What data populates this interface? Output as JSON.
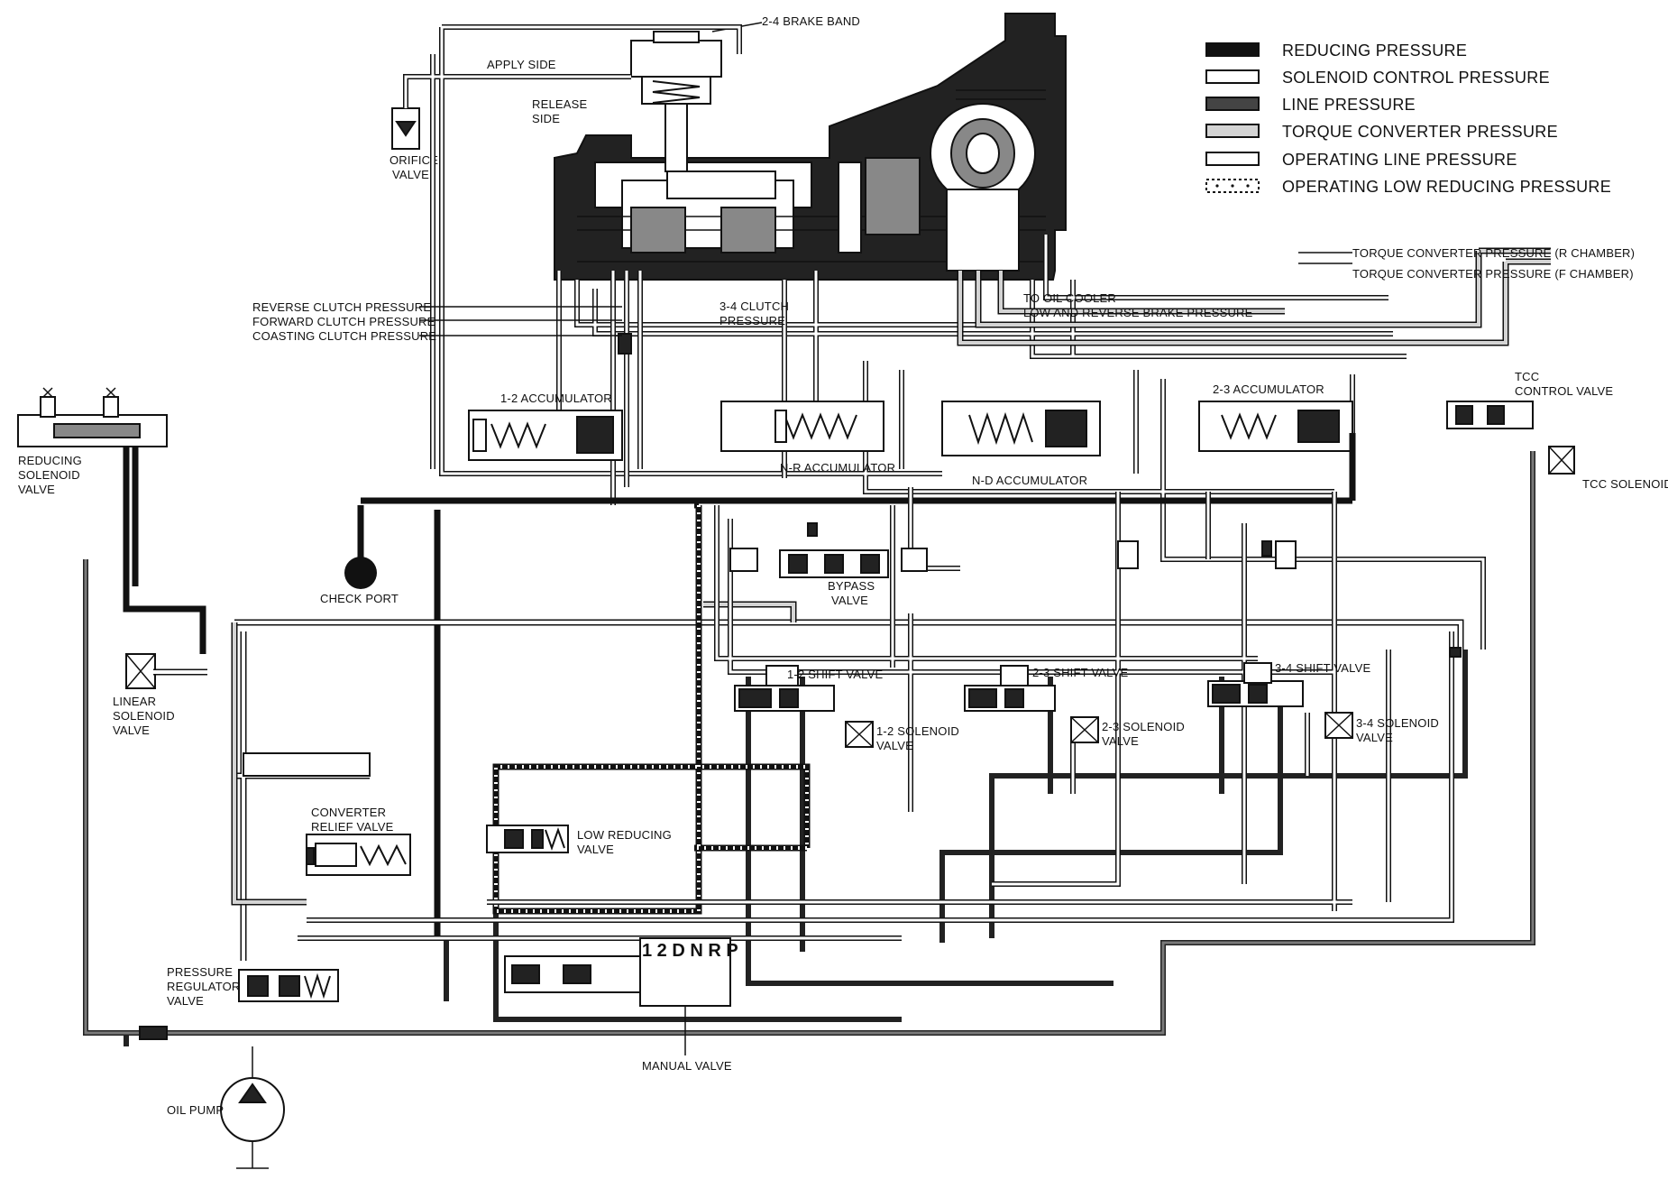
{
  "legend": {
    "items": [
      {
        "key": "reducing",
        "label": "REDUCING PRESSURE",
        "color": "#111111"
      },
      {
        "key": "solenoid",
        "label": "SOLENOID CONTROL PRESSURE",
        "color": "#ffffff"
      },
      {
        "key": "line",
        "label": "LINE PRESSURE",
        "color": "#444444"
      },
      {
        "key": "torque",
        "label": "TORQUE CONVERTER PRESSURE",
        "color": "#d4d4d4"
      },
      {
        "key": "operating_line",
        "label": "OPERATING LINE PRESSURE",
        "color": "#ffffff"
      },
      {
        "key": "operating_low",
        "label": "OPERATING LOW REDUCING PRESSURE",
        "color": "#ffffff"
      }
    ]
  },
  "labels": {
    "brake_band": "2-4 BRAKE BAND",
    "apply_side": "APPLY SIDE",
    "release_side_1": "RELEASE",
    "release_side_2": "SIDE",
    "orifice_1": "ORIFICE",
    "orifice_2": "VALVE",
    "reverse_clutch": "REVERSE CLUTCH PRESSURE",
    "forward_clutch": "FORWARD CLUTCH PRESSURE",
    "coasting_clutch": "COASTING CLUTCH PRESSURE",
    "clutch34_1": "3-4 CLUTCH",
    "clutch34_2": "PRESSURE",
    "oil_cooler": "TO OIL COOLER",
    "low_reverse": "LOW AND REVERSE BRAKE PRESSURE",
    "tc_r": "TORQUE CONVERTER PRESSURE (R CHAMBER)",
    "tc_f": "TORQUE CONVERTER PRESSURE (F CHAMBER)",
    "tcc_control_1": "TCC",
    "tcc_control_2": "CONTROL VALVE",
    "tcc_solenoid": "TCC SOLENOID VALVE",
    "acc12": "1-2 ACCUMULATOR",
    "acc23": "2-3 ACCUMULATOR",
    "acc_nr": "N-R ACCUMULATOR",
    "acc_nd": "N-D ACCUMULATOR",
    "reducing_sol_1": "REDUCING",
    "reducing_sol_2": "SOLENOID",
    "reducing_sol_3": "VALVE",
    "check_port": "CHECK PORT",
    "bypass_1": "BYPASS",
    "bypass_2": "VALVE",
    "linear_1": "LINEAR",
    "linear_2": "SOLENOID",
    "linear_3": "VALVE",
    "shift12": "1-2 SHIFT VALVE",
    "shift23": "2-3 SHIFT VALVE",
    "shift34": "3-4 SHIFT VALVE",
    "sol12_1": "1-2 SOLENOID",
    "sol12_2": "VALVE",
    "sol23_1": "2-3 SOLENOID",
    "sol23_2": "VALVE",
    "sol34_1": "3-4 SOLENOID",
    "sol34_2": "VALVE",
    "converter_1": "CONVERTER",
    "converter_2": "RELIEF VALVE",
    "low_reducing_1": "LOW REDUCING",
    "low_reducing_2": "VALVE",
    "pressure_reg_1": "PRESSURE",
    "pressure_reg_2": "REGULATOR",
    "pressure_reg_3": "VALVE",
    "manual_positions": "1 2 D N R P",
    "manual_valve": "MANUAL VALVE",
    "oil_pump": "OIL PUMP"
  }
}
